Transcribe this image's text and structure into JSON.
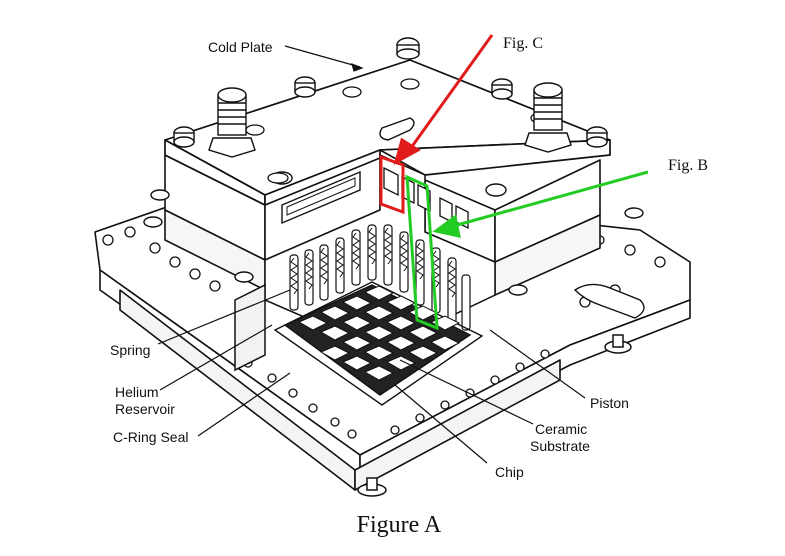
{
  "labels": {
    "cold_plate": "Cold Plate",
    "fig_c": "Fig. C",
    "fig_b": "Fig. B",
    "spring": "Spring",
    "helium_line1": "Helium",
    "helium_line2": "Reservoir",
    "c_ring_seal": "C-Ring Seal",
    "piston": "Piston",
    "ceramic_line1": "Ceramic",
    "ceramic_line2": "Substrate",
    "chip": "Chip"
  },
  "caption": "Figure A",
  "colors": {
    "fig_c_marker": "#e01b1b",
    "fig_b_marker": "#22cc22",
    "line_art": "#111111"
  }
}
